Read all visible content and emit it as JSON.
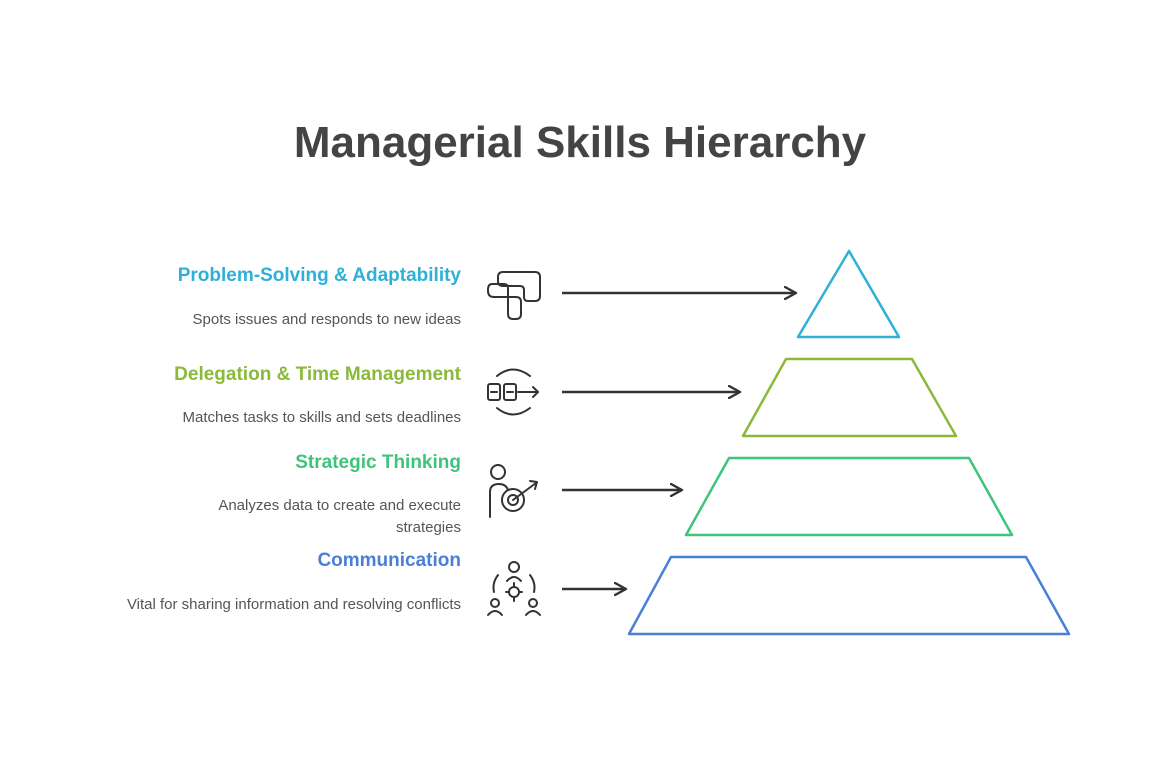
{
  "title": "Managerial Skills Hierarchy",
  "levels": [
    {
      "title": "Problem-Solving & Adaptability",
      "description": "Spots issues and responds to new ideas",
      "icon": "puzzle-blocks-icon",
      "color": "#2fb0d6"
    },
    {
      "title": "Delegation & Time Management",
      "description": "Matches tasks to skills and sets deadlines",
      "icon": "task-flow-icon",
      "color": "#8bb93a"
    },
    {
      "title": "Strategic Thinking",
      "description": "Analyzes data to create and execute strategies",
      "icon": "person-target-icon",
      "color": "#3ec47c"
    },
    {
      "title": "Communication",
      "description": "Vital for sharing information and resolving conflicts",
      "icon": "team-network-icon",
      "color": "#4a7fd8"
    }
  ],
  "colors": {
    "title": "#444444",
    "description": "#555555",
    "arrow": "#333333",
    "icon": "#333333"
  }
}
